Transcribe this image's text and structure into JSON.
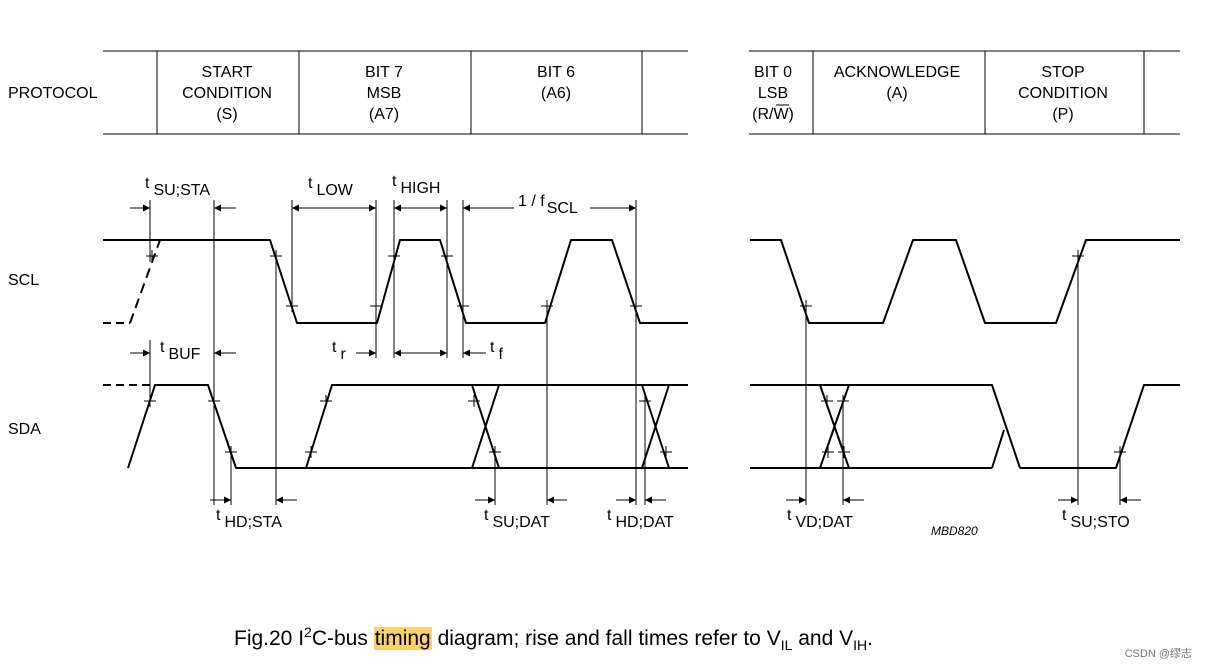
{
  "protocol": {
    "row_label": "PROTOCOL",
    "cells": [
      {
        "lines": [
          "START",
          "CONDITION",
          "(S)"
        ]
      },
      {
        "lines": [
          "BIT 7",
          "MSB",
          "(A7)"
        ]
      },
      {
        "lines": [
          "BIT 6",
          "(A6)"
        ]
      },
      {
        "lines": [
          "BIT 0",
          "LSB",
          "(R/W)"
        ]
      },
      {
        "lines": [
          "ACKNOWLEDGE",
          "(A)"
        ]
      },
      {
        "lines": [
          "STOP",
          "CONDITION",
          "(P)"
        ]
      }
    ]
  },
  "signals": {
    "scl": "SCL",
    "sda": "SDA"
  },
  "timing_labels": {
    "t_su_sta": {
      "t": "t",
      "sub": "SU;STA"
    },
    "t_low": {
      "t": "t",
      "sub": "LOW"
    },
    "t_high": {
      "t": "t",
      "sub": "HIGH"
    },
    "period": {
      "t": "1 / f",
      "sub": "SCL"
    },
    "t_buf": {
      "t": "t",
      "sub": "BUF"
    },
    "t_r": {
      "t": "t",
      "sub": "r"
    },
    "t_f": {
      "t": "t",
      "sub": "f"
    },
    "t_hd_sta": {
      "t": "t",
      "sub": "HD;STA"
    },
    "t_su_dat": {
      "t": "t",
      "sub": "SU;DAT"
    },
    "t_hd_dat": {
      "t": "t",
      "sub": "HD;DAT"
    },
    "t_vd_dat": {
      "t": "t",
      "sub": "VD;DAT"
    },
    "t_su_sto": {
      "t": "t",
      "sub": "SU;STO"
    }
  },
  "figure_code": "MBD820",
  "caption": {
    "prefix": "Fig.20  I",
    "sup": "2",
    "part1": "C-bus ",
    "highlight": "timing",
    "part2": " diagram; rise and fall times refer to V",
    "sub1": "IL",
    "part3": " and V",
    "sub2": "IH",
    "part4": "."
  },
  "watermark": "CSDN @缪志"
}
